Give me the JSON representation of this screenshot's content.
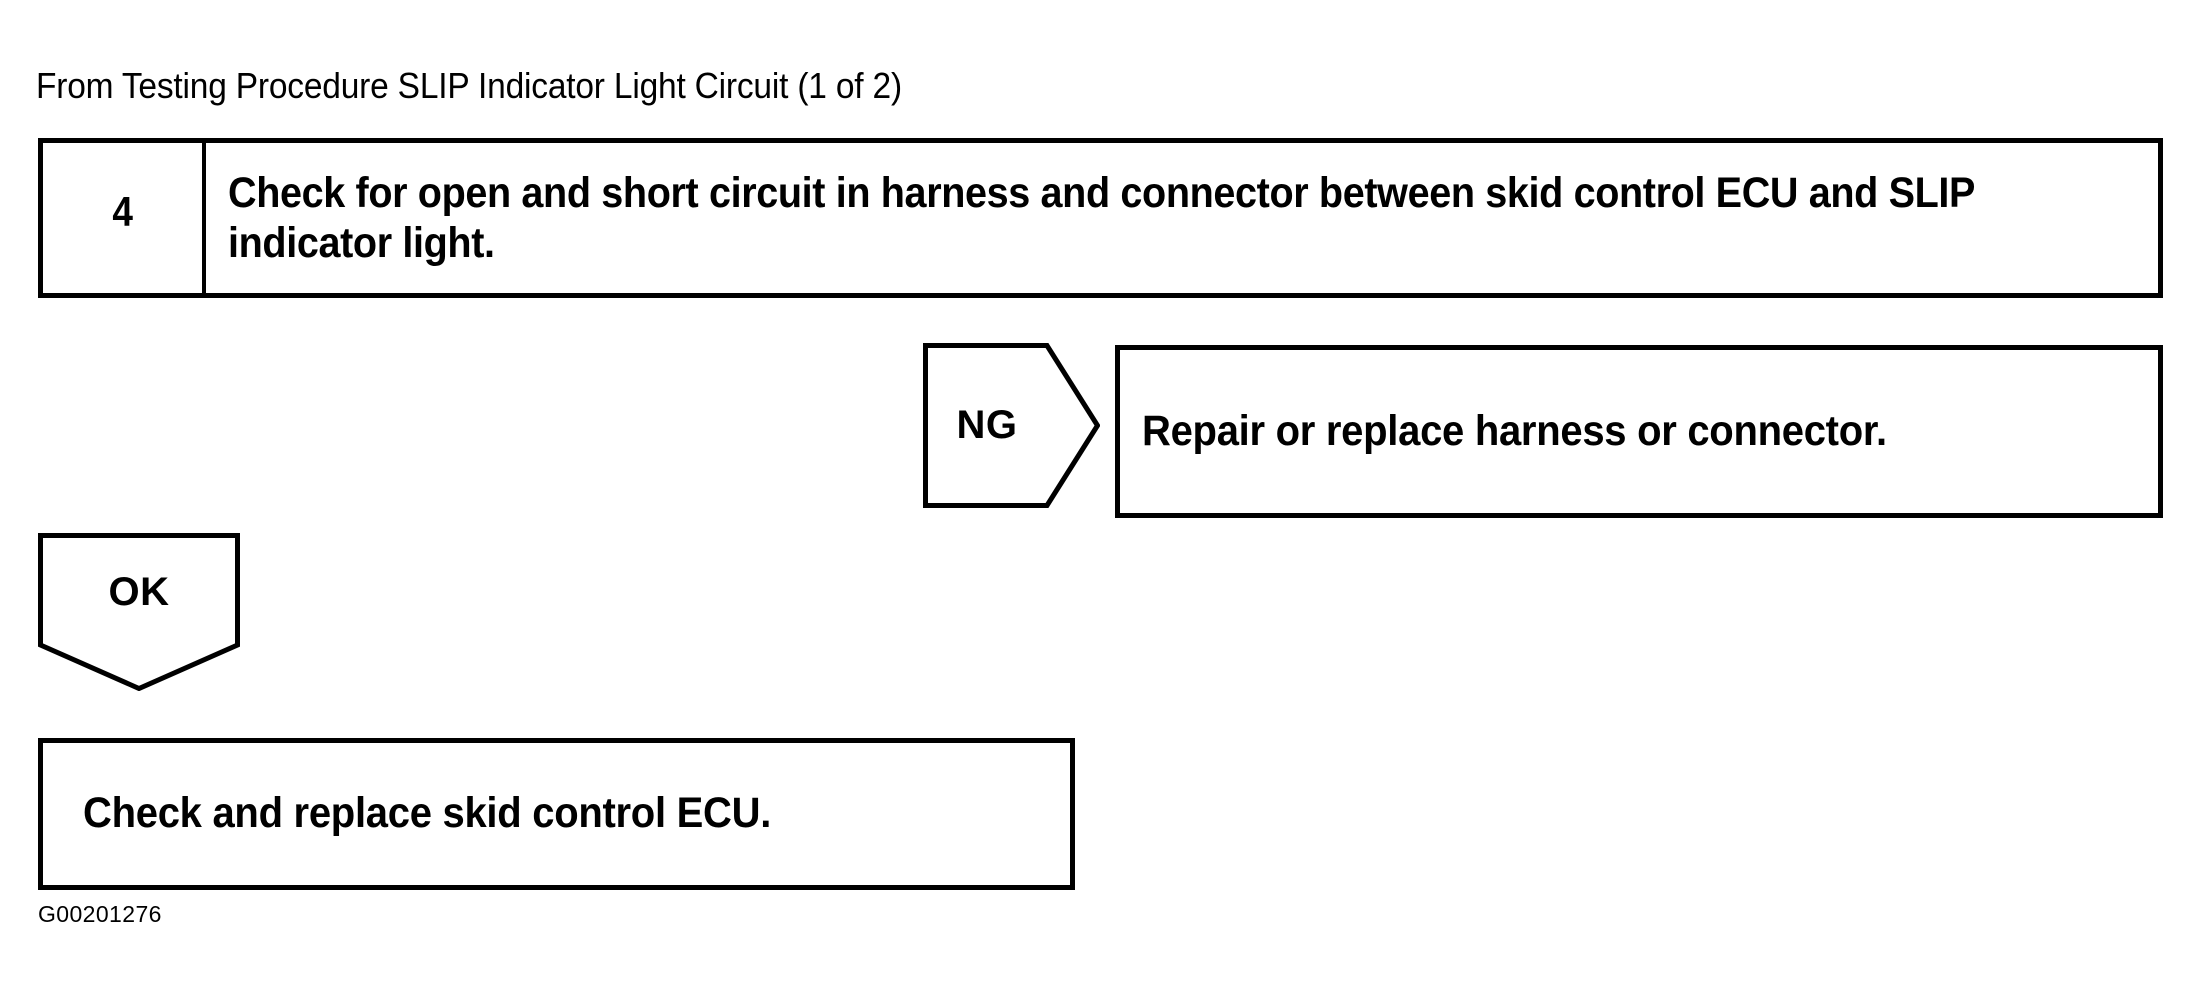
{
  "document": {
    "background_color": "#ffffff",
    "ink_color": "#000000",
    "source_reference": "From Testing Procedure SLIP Indicator Light Circuit (1 of 2)",
    "figure_id": "G00201276"
  },
  "flowchart": {
    "type": "diagnostic-troubleshooting-flowchart",
    "step": {
      "number": "4",
      "instruction": "Check for open and short circuit in harness and connector between skid control ECU and SLIP indicator light."
    },
    "branches": [
      {
        "result_label": "NG",
        "direction": "right",
        "outcome": "Repair or replace harness or connector."
      },
      {
        "result_label": "OK",
        "direction": "down",
        "outcome": "Check and replace skid control ECU."
      }
    ]
  }
}
